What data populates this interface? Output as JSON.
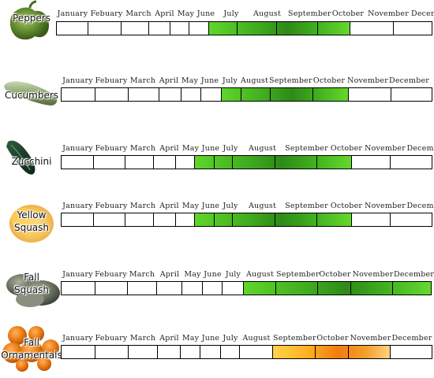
{
  "months": [
    "January",
    "Febuary",
    "March",
    "April",
    "May",
    "June",
    "July",
    "August",
    "September",
    "October",
    "November",
    "December"
  ],
  "crops": [
    {
      "id": "peppers",
      "label": "Peppers",
      "icon": "pepper-icon",
      "season_start_month": 7,
      "season_end_month": 10,
      "color": "green"
    },
    {
      "id": "cucumbers",
      "label": "Cucumbers",
      "icon": "cucumber-icon",
      "season_start_month": 7,
      "season_end_month": 10,
      "color": "green"
    },
    {
      "id": "zucchini",
      "label": "Zucchini",
      "icon": "zucchini-icon",
      "season_start_month": 6,
      "season_end_month": 10,
      "color": "green"
    },
    {
      "id": "yellow-squash",
      "label": "Yellow Squash",
      "icon": "yellow-squash-icon",
      "season_start_month": 6,
      "season_end_month": 10,
      "color": "green"
    },
    {
      "id": "fall-squash",
      "label": "Fall Squash",
      "icon": "fall-squash-icon",
      "season_start_month": 8,
      "season_end_month": 12,
      "color": "green"
    },
    {
      "id": "fall-ornamentals",
      "label": "Fall Ornamentals",
      "icon": "fall-ornamentals-icon",
      "season_start_month": 9,
      "season_end_month": 11,
      "color": "orange"
    }
  ],
  "colors": {
    "green": "#3faa1f",
    "orange": "#f5a030",
    "border": "#000000"
  }
}
